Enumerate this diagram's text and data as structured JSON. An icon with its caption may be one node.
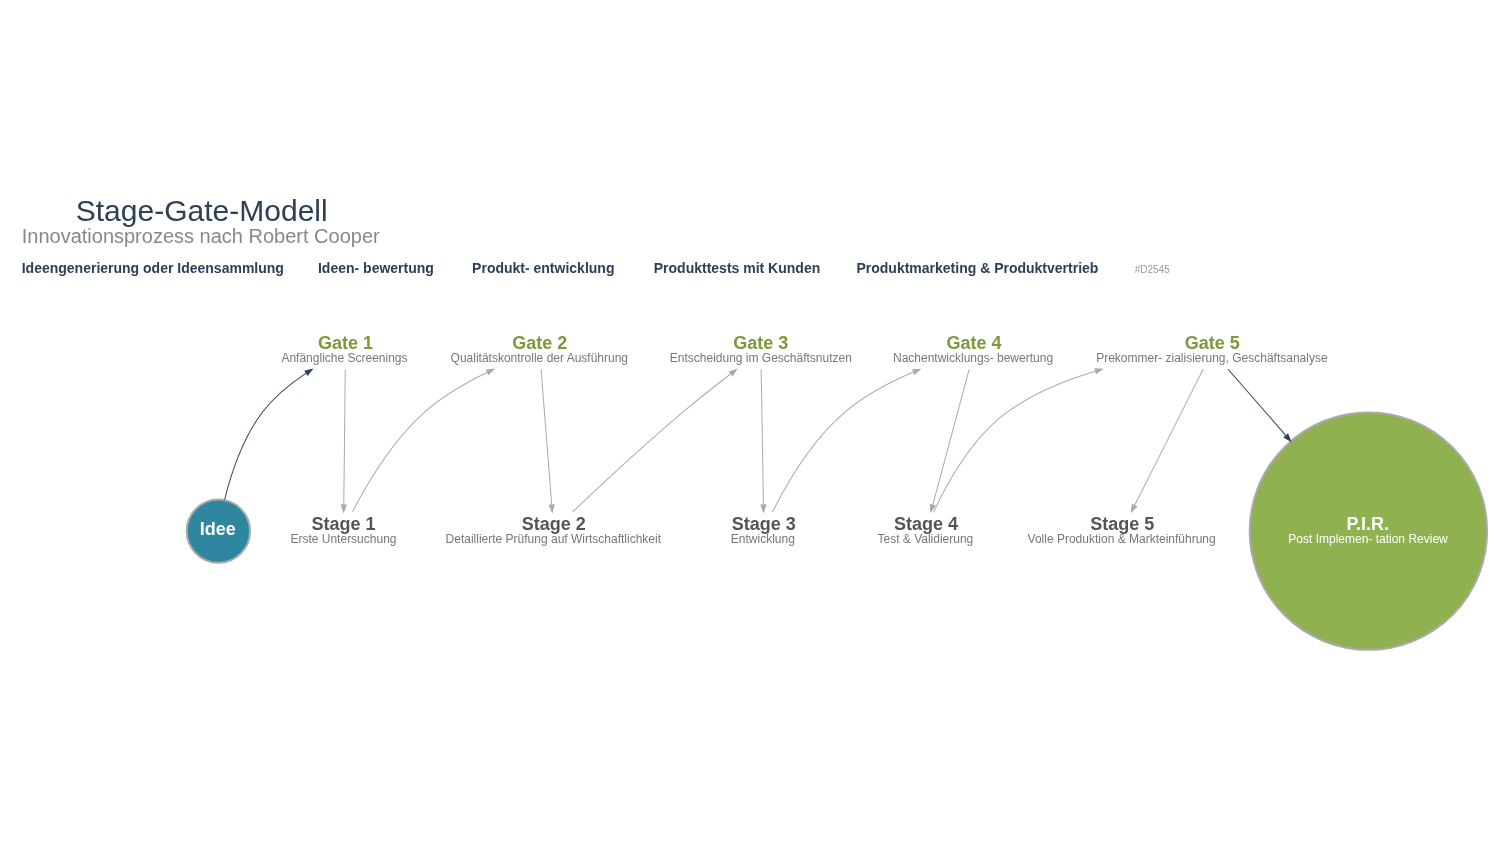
{
  "diagram": {
    "title": "Stage-Gate-Modell",
    "caption": "Innovationsprozess nach Robert Cooper",
    "nodes": [
      {
        "text": [
          "Idee"
        ]
      },
      {
        "text": [
          "Gate 1",
          "Anfängliche Screenings"
        ]
      },
      {
        "text": [
          "Stage 1",
          "Erste Untersuchung"
        ]
      },
      {
        "text": [
          "Gate 2",
          "Qualitätskontrolle der Ausführung"
        ]
      },
      {
        "text": [
          "Stage 2",
          "Detaillierte Prüfung auf Wirtschaftlichkeit"
        ]
      },
      {
        "text": [
          "Gate 3",
          "Entscheidung im Geschäftsnutzen"
        ]
      },
      {
        "text": [
          "Stage 3",
          "Entwicklung"
        ]
      },
      {
        "text": [
          "Gate 4",
          "Nachentwicklungs- bewertung"
        ]
      },
      {
        "text": [
          "Stage 4",
          "Test & Validierung"
        ]
      },
      {
        "text": [
          "Gate 5",
          "Prekommer- zialisierung, Geschäftsanalyse"
        ]
      },
      {
        "text": [
          "Stage 5",
          "Volle Produktion & Markteinführung"
        ]
      },
      {
        "text": [
          "P.I.R.",
          "Post Implemen- tation Review"
        ]
      }
    ],
    "edges": [
      {
        "from": 0,
        "to": 1,
        "arrow": "to",
        "color": "#2e4057"
      },
      {
        "from": 1,
        "to": 2,
        "arrow": "to"
      },
      {
        "from": 2,
        "to": 3,
        "arrow": "to"
      },
      {
        "from": 3,
        "to": 4,
        "arrow": "to"
      },
      {
        "from": 4,
        "to": 5,
        "arrow": "to"
      },
      {
        "from": 5,
        "to": 6,
        "arrow": "to"
      },
      {
        "from": 6,
        "to": 7,
        "arrow": "to"
      },
      {
        "from": 7,
        "to": 8,
        "arrow": "to"
      },
      {
        "from": 8,
        "to": 9,
        "arrow": "to"
      },
      {
        "from": 9,
        "to": 10,
        "arrow": "to"
      },
      {
        "from": 9,
        "to": 11,
        "arrow": "to",
        "color": "#2e4057"
      }
    ],
    "labels": [
      "#D2545",
      "Ideengenerierung oder Ideensammlung",
      "Ideen- bewertung",
      "Produkt- entwicklung",
      "Produkttests mit Kunden",
      "Produktmarketing & Produktvertrieb"
    ]
  }
}
